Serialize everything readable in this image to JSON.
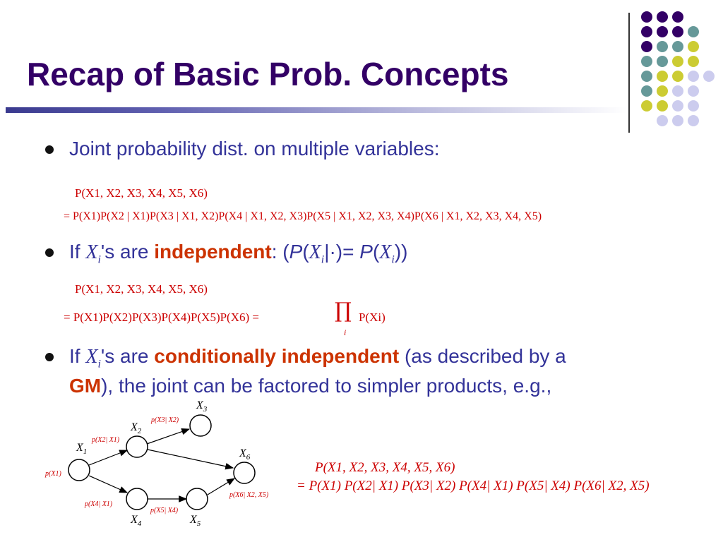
{
  "slide": {
    "title": "Recap of Basic Prob. Concepts",
    "theme_colors": {
      "purple": "#330066",
      "teal": "#669999",
      "yellow": "#cccc33",
      "lavender": "#ccccee",
      "text_blue": "#333399",
      "highlight_red": "#cc3300",
      "formula_red": "#cc0000"
    }
  },
  "bullets": {
    "b1": {
      "text": "Joint probability dist. on multiple variables:"
    },
    "b2": {
      "prefix": "If ",
      "var": "X",
      "sub": "i",
      "mid": "'s are ",
      "highlight": "independent",
      "after": ": (",
      "P": "P",
      "paren": "(",
      "var2": "X",
      "sub2": "i",
      "bar": "|·)= ",
      "P2": "P",
      "paren2": "(",
      "var3": "X",
      "sub3": "i",
      "close": "))"
    },
    "b3": {
      "prefix": "If ",
      "var": "X",
      "sub": "i",
      "mid": "'s are ",
      "highlight": "conditionally independent",
      "after": " (as described by a",
      "gm": "GM",
      "line2": "), the joint can be factored to simpler products, e.g.,"
    }
  },
  "formulas": {
    "f1_line1": "P(X1, X2, X3, X4, X5, X6)",
    "f1_line2": "= P(X1)P(X2 | X1)P(X3 | X1, X2)P(X4 | X1, X2, X3)P(X5 | X1, X2, X3, X4)P(X6 | X1, X2, X3, X4, X5)",
    "f2_line1": "P(X1, X2, X3, X4, X5, X6)",
    "f2_line2": "= P(X1)P(X2)P(X3)P(X4)P(X5)P(X6) =",
    "f2_prod": "∏",
    "f2_index": "i",
    "f2_term": "P(Xi)",
    "f3_line1": "P(X1, X2, X3, X4, X5, X6)",
    "f3_line2": "= P(X1) P(X2| X1) P(X3| X2) P(X4| X1) P(X5| X4) P(X6| X2, X5)"
  },
  "graph": {
    "nodes": [
      {
        "id": "X1",
        "label": "X",
        "sub": "1"
      },
      {
        "id": "X2",
        "label": "X",
        "sub": "2"
      },
      {
        "id": "X3",
        "label": "X",
        "sub": "3"
      },
      {
        "id": "X4",
        "label": "X",
        "sub": "4"
      },
      {
        "id": "X5",
        "label": "X",
        "sub": "5"
      },
      {
        "id": "X6",
        "label": "X",
        "sub": "6"
      }
    ],
    "edges": [
      {
        "from": "X1",
        "to": "X2"
      },
      {
        "from": "X2",
        "to": "X3"
      },
      {
        "from": "X1",
        "to": "X4"
      },
      {
        "from": "X4",
        "to": "X5"
      },
      {
        "from": "X2",
        "to": "X6"
      },
      {
        "from": "X5",
        "to": "X6"
      }
    ],
    "cpd_labels": {
      "p1": "p(X1)",
      "p2": "p(X2| X1)",
      "p3": "p(X3| X2)",
      "p4": "p(X4| X1)",
      "p5": "p(X5| X4)",
      "p6": "p(X6| X2, X5)"
    }
  }
}
